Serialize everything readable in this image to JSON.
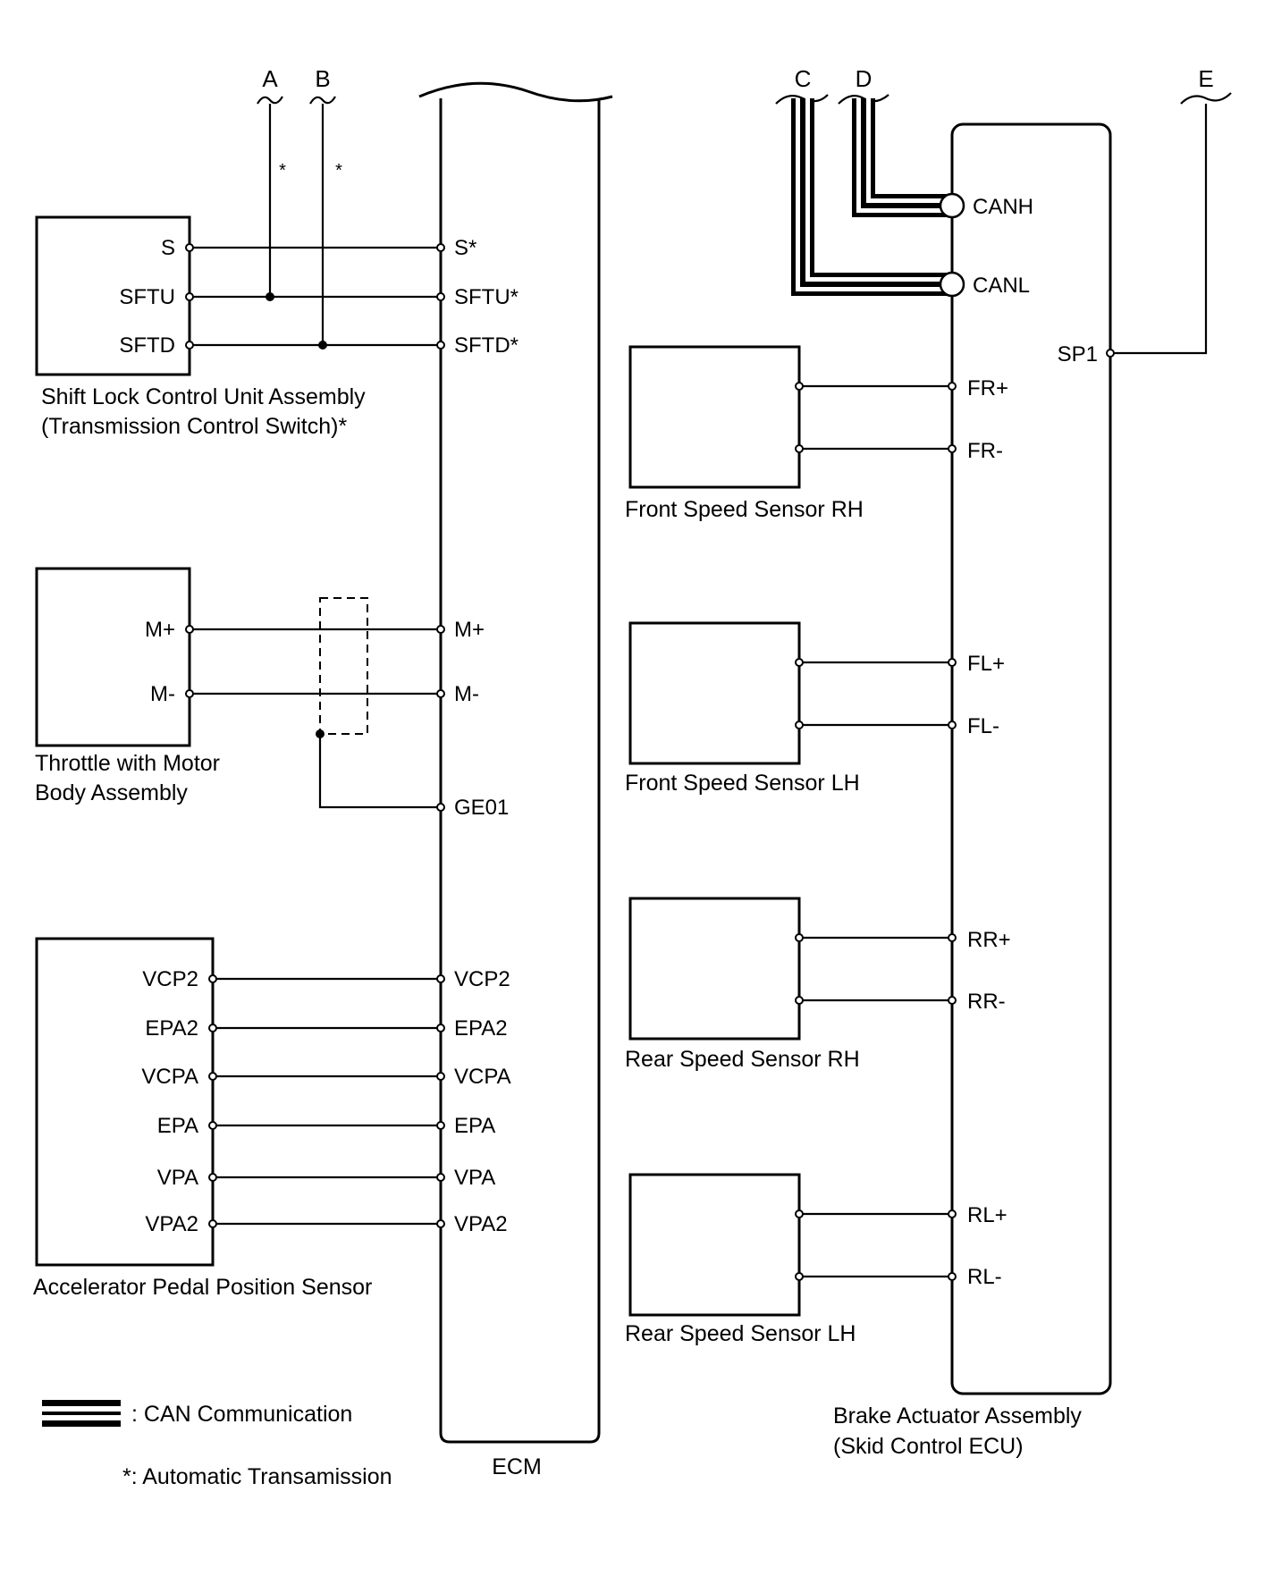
{
  "connectors": {
    "a": "A",
    "b": "B",
    "c": "C",
    "d": "D",
    "e": "E"
  },
  "wire_notes": {
    "a_star": "*",
    "b_star": "*"
  },
  "shift_lock": {
    "label_line1": "Shift Lock Control Unit Assembly",
    "label_line2": "(Transmission Control Switch)*",
    "pins": {
      "s": "S",
      "sftu": "SFTU",
      "sftd": "SFTD"
    }
  },
  "throttle": {
    "label_line1": "Throttle with Motor",
    "label_line2": "Body Assembly",
    "pins": {
      "m_plus": "M+",
      "m_minus": "M-"
    }
  },
  "accel_sensor": {
    "label": "Accelerator Pedal Position Sensor",
    "pins": {
      "vcp2": "VCP2",
      "epa2": "EPA2",
      "vcpa": "VCPA",
      "epa": "EPA",
      "vpa": "VPA",
      "vpa2": "VPA2"
    }
  },
  "ecm": {
    "label": "ECM",
    "pins": {
      "s": "S*",
      "sftu": "SFTU*",
      "sftd": "SFTD*",
      "m_plus": "M+",
      "m_minus": "M-",
      "ge01": "GE01",
      "vcp2": "VCP2",
      "epa2": "EPA2",
      "vcpa": "VCPA",
      "epa": "EPA",
      "vpa": "VPA",
      "vpa2": "VPA2"
    }
  },
  "speed_sensors": {
    "front_rh": "Front Speed Sensor RH",
    "front_lh": "Front Speed Sensor LH",
    "rear_rh": "Rear Speed Sensor RH",
    "rear_lh": "Rear Speed Sensor LH"
  },
  "brake_actuator": {
    "label_line1": "Brake Actuator Assembly",
    "label_line2": "(Skid Control ECU)",
    "pins": {
      "canh": "CANH",
      "canl": "CANL",
      "sp1": "SP1",
      "fr_plus": "FR+",
      "fr_minus": "FR-",
      "fl_plus": "FL+",
      "fl_minus": "FL-",
      "rr_plus": "RR+",
      "rr_minus": "RR-",
      "rl_plus": "RL+",
      "rl_minus": "RL-"
    }
  },
  "legend": {
    "can": ": CAN Communication",
    "auto": "*: Automatic Transamission"
  }
}
